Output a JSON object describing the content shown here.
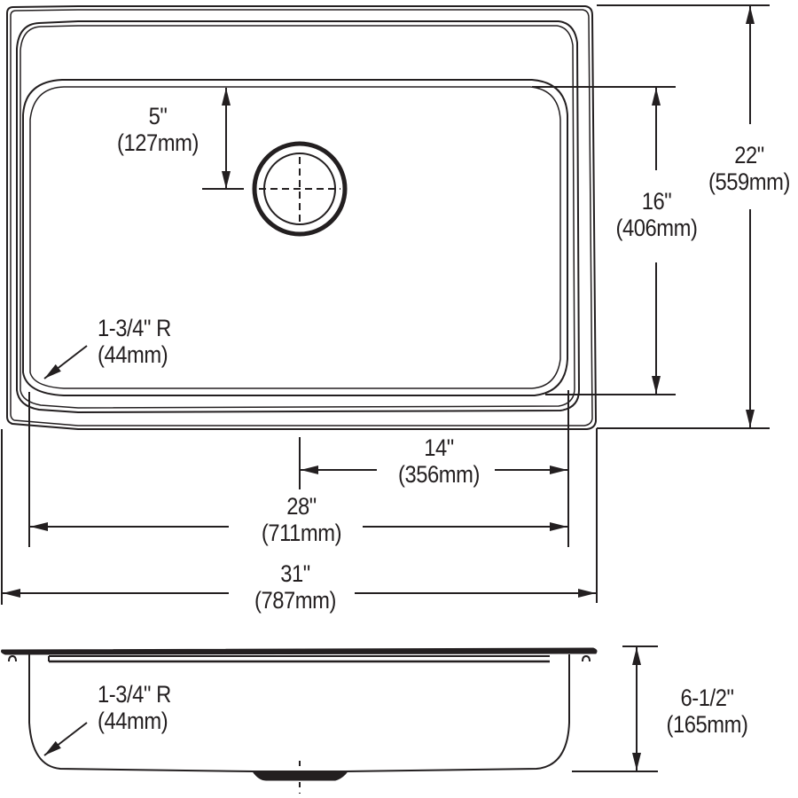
{
  "drawing": {
    "subject": "Drop-in single bowl sink dimension drawing",
    "views": [
      "top-view",
      "side-profile-view"
    ],
    "line_color": "#231f20",
    "background": "#ffffff"
  },
  "dimensions": {
    "drain_offset": {
      "imperial": "5\"",
      "metric": "(127mm)"
    },
    "overall_depth": {
      "imperial": "22\"",
      "metric": "(559mm)"
    },
    "bowl_depth_front_back": {
      "imperial": "16\"",
      "metric": "(406mm)"
    },
    "corner_radius_top": {
      "imperial": "1-3/4\" R",
      "metric": "(44mm)"
    },
    "drain_to_bowl_edge": {
      "imperial": "14\"",
      "metric": "(356mm)"
    },
    "bowl_width": {
      "imperial": "28\"",
      "metric": "(711mm)"
    },
    "overall_width": {
      "imperial": "31\"",
      "metric": "(787mm)"
    },
    "corner_radius_side": {
      "imperial": "1-3/4\" R",
      "metric": "(44mm)"
    },
    "bowl_height": {
      "imperial": "6-1/2\"",
      "metric": "(165mm)"
    }
  }
}
